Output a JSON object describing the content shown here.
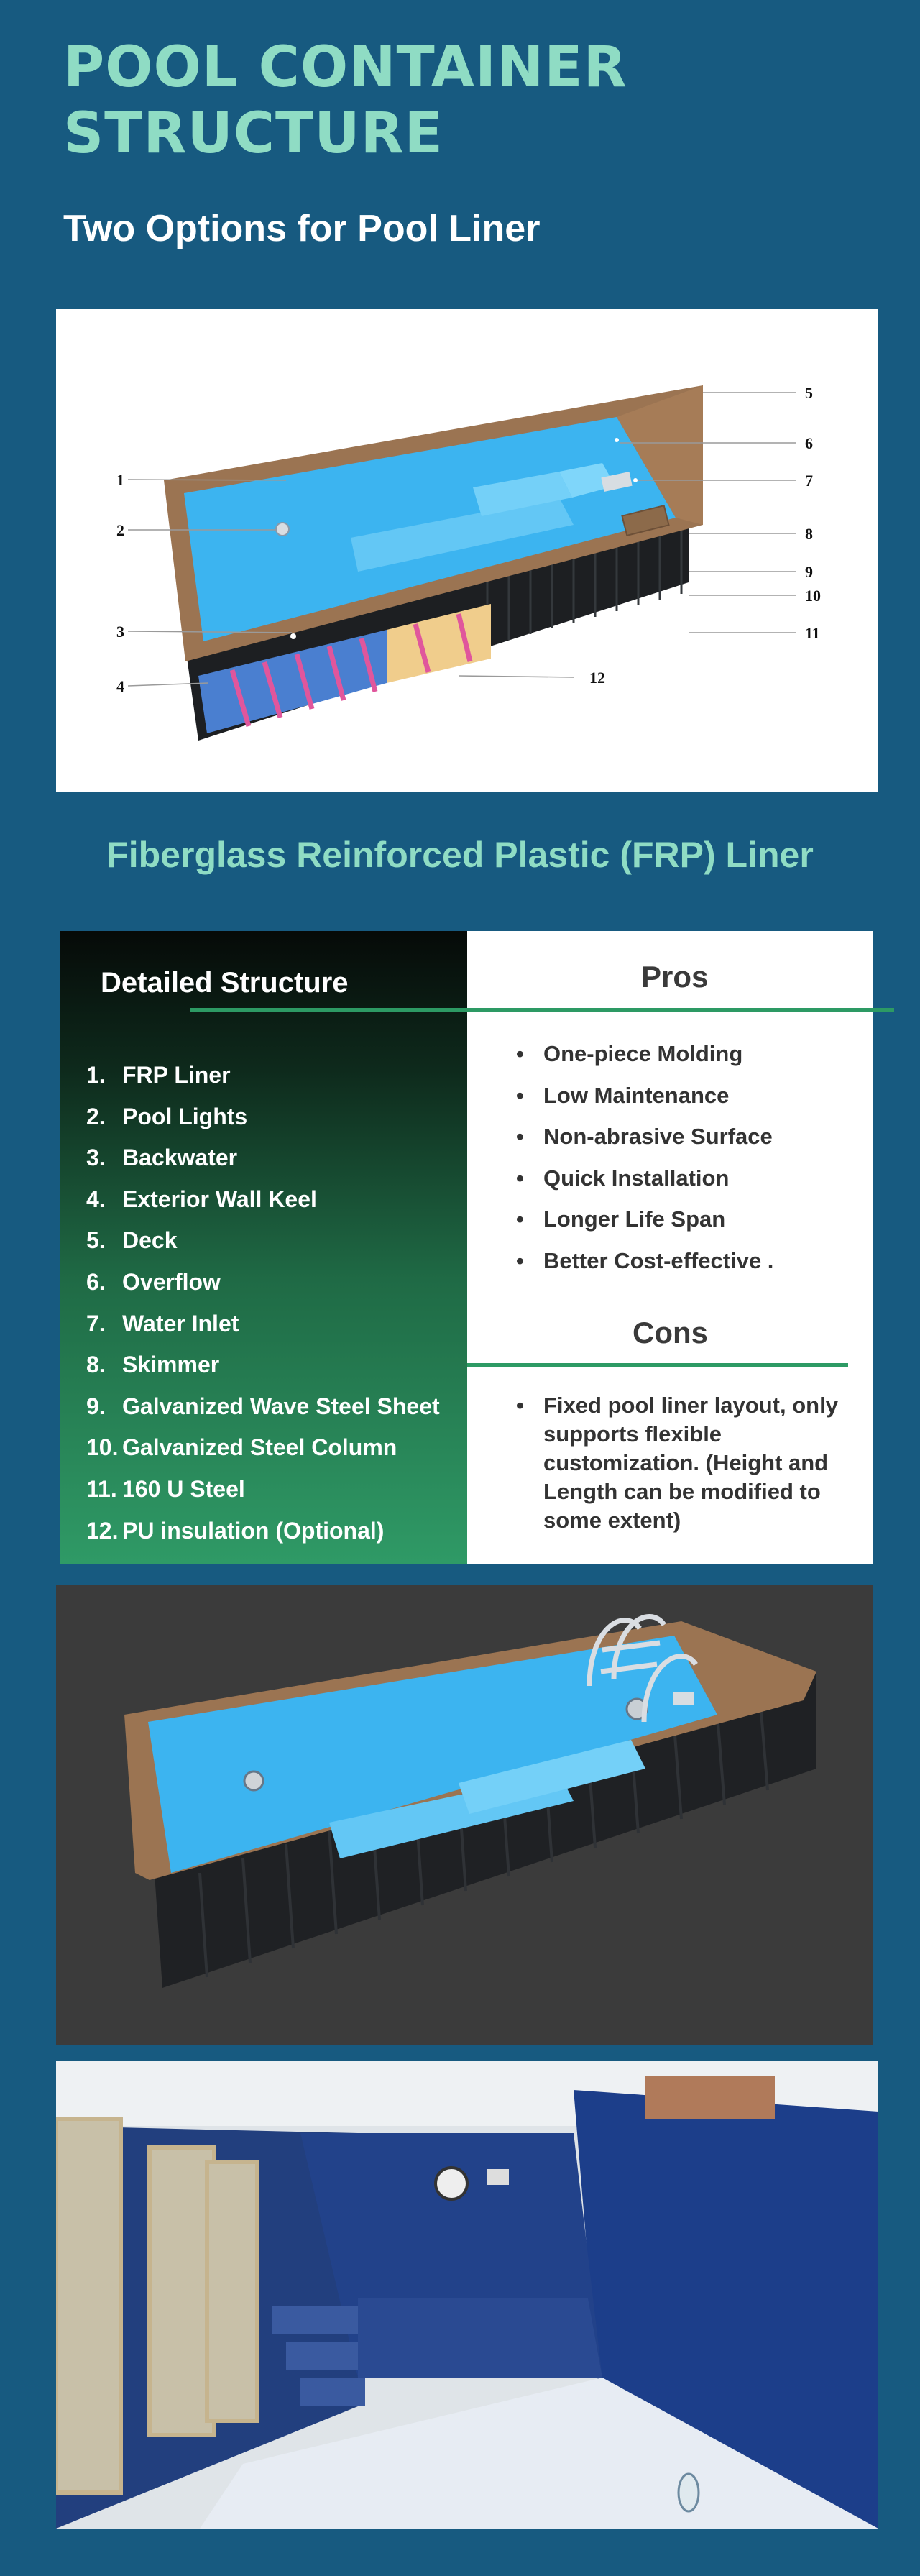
{
  "header": {
    "title_line1": "POOL CONTAINER",
    "title_line2": "STRUCTURE",
    "subtitle": "Two Options for Pool Liner"
  },
  "diagram": {
    "callouts": [
      "1",
      "2",
      "3",
      "4",
      "5",
      "6",
      "7",
      "8",
      "9",
      "10",
      "11",
      "12"
    ]
  },
  "frp_heading": "Fiberglass Reinforced Plastic (FRP) Liner",
  "structure": {
    "title": "Detailed Structure",
    "items": [
      {
        "num": "1.",
        "label": "FRP Liner"
      },
      {
        "num": "2.",
        "label": "Pool Lights"
      },
      {
        "num": "3.",
        "label": "Backwater"
      },
      {
        "num": "4.",
        "label": "Exterior Wall Keel"
      },
      {
        "num": "5.",
        "label": "Deck"
      },
      {
        "num": "6.",
        "label": "Overflow"
      },
      {
        "num": "7.",
        "label": "Water Inlet"
      },
      {
        "num": "8.",
        "label": "Skimmer"
      },
      {
        "num": "9.",
        "label": "Galvanized  Wave Steel Sheet"
      },
      {
        "num": "10.",
        "label": "Galvanized Steel Column"
      },
      {
        "num": "11.",
        "label": "160 U Steel"
      },
      {
        "num": "12.",
        "label": "PU insulation (Optional)"
      }
    ]
  },
  "pros": {
    "title": "Pros",
    "items": [
      "One-piece Molding",
      "Low Maintenance",
      "Non-abrasive Surface",
      "Quick Installation",
      "Longer Life Span",
      "Better Cost-effective ."
    ]
  },
  "cons": {
    "title": "Cons",
    "items": [
      "Fixed pool liner layout, only supports flexible customization. (Height and Length can be modified to some extent)"
    ]
  },
  "colors": {
    "page_bg": "#175a80",
    "heading_mint": "#8fdcc4",
    "accent_green": "#2d9a64",
    "pool_blue": "#3cb4f0",
    "deck_wood": "#9b7452"
  }
}
